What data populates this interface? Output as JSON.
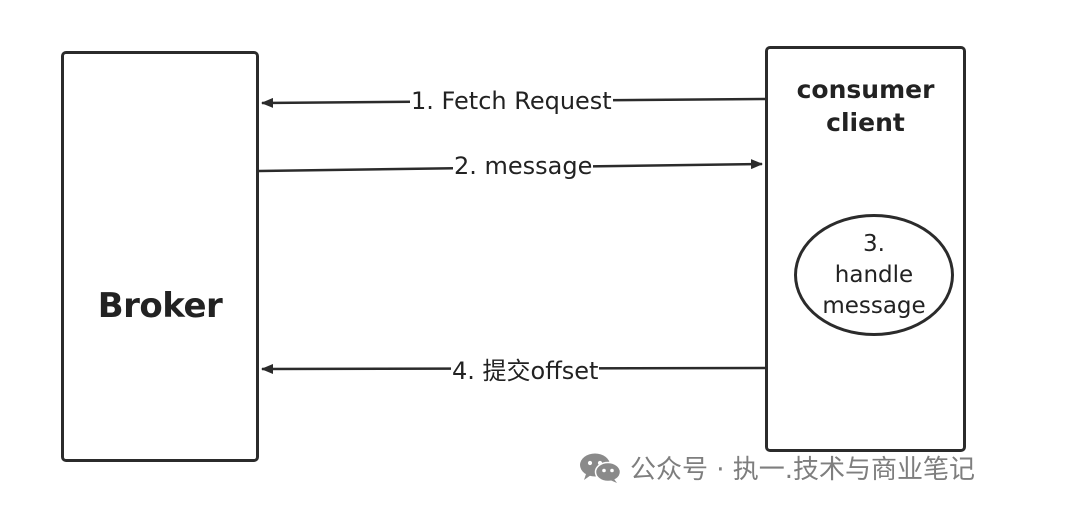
{
  "nodes": {
    "broker": {
      "label": "Broker"
    },
    "consumer": {
      "label": "consumer\nclient"
    },
    "handler": {
      "label": "3.\nhandle\nmessage"
    }
  },
  "edges": [
    {
      "label": "1. Fetch Request",
      "from": "consumer",
      "to": "broker"
    },
    {
      "label": "2. message",
      "from": "broker",
      "to": "consumer"
    },
    {
      "label": "4. 提交offset",
      "from": "consumer",
      "to": "broker"
    }
  ],
  "watermark": {
    "icon": "wechat-icon",
    "text": "公众号 · 执一.技术与商业笔记"
  },
  "colors": {
    "stroke": "#2b2b2b",
    "text": "#222222",
    "watermark": "#7e7e7e"
  }
}
